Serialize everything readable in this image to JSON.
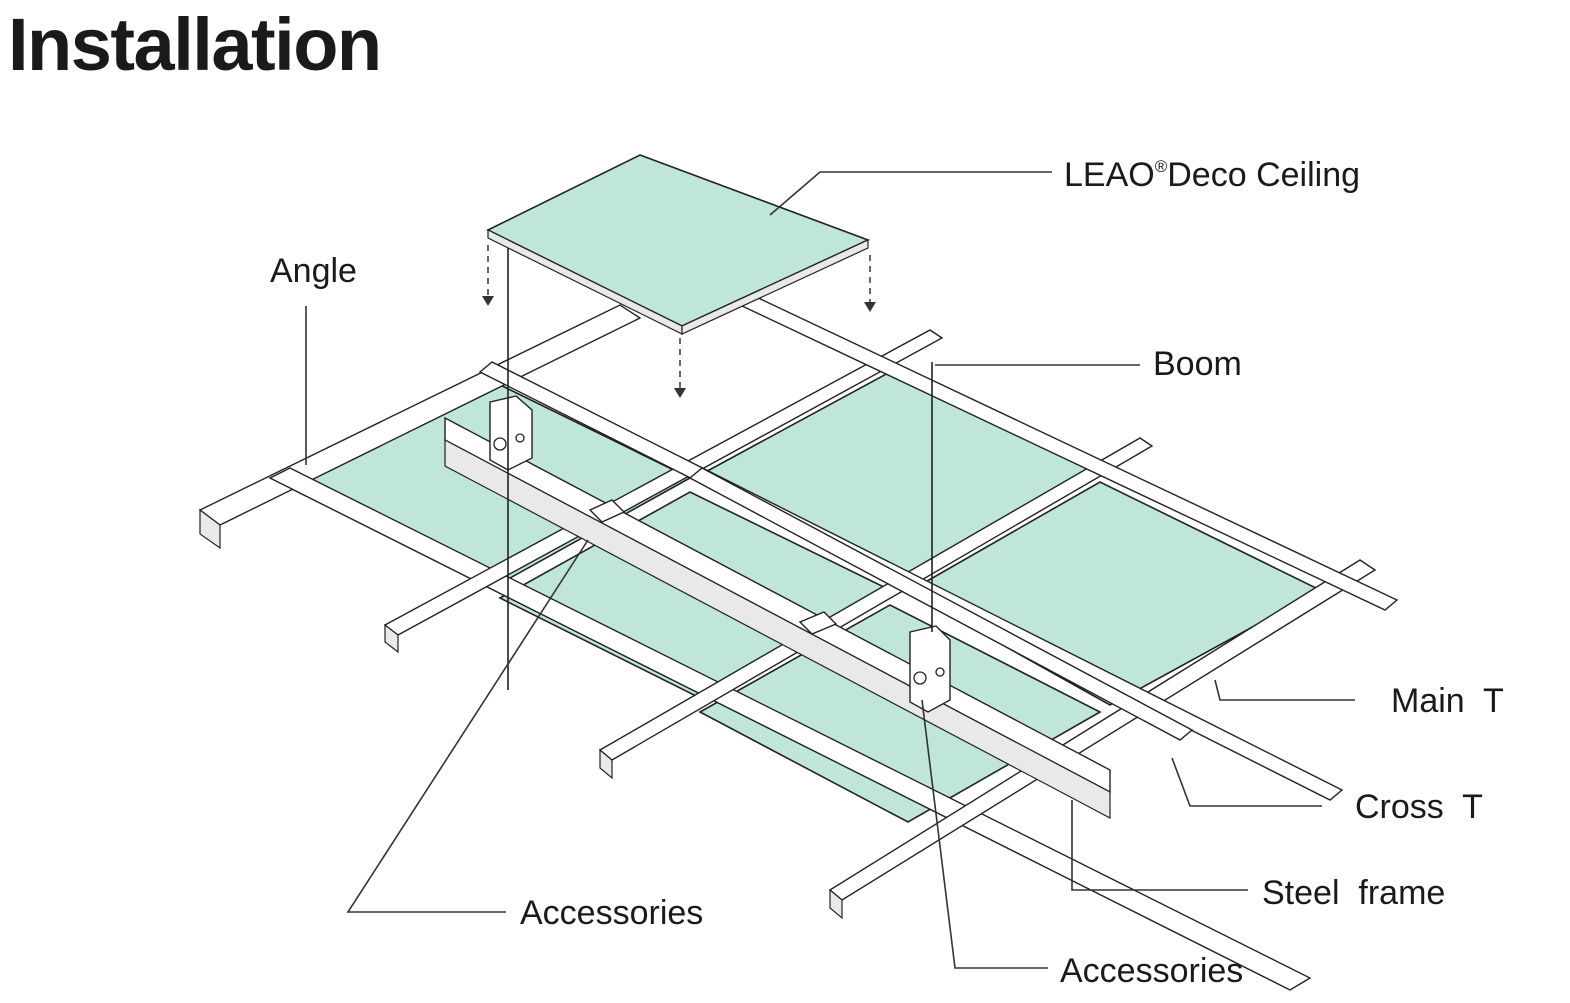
{
  "title": "Installation",
  "labels": {
    "ceiling_brand": "LEAO",
    "registered_mark": "®",
    "ceiling_product": "Deco Ceiling",
    "angle": "Angle",
    "boom": "Boom",
    "main_t": "Main  T",
    "cross_t": "Cross  T",
    "steel_frame": "Steel  frame",
    "accessories_left": "Accessories",
    "accessories_bottom": "Accessories"
  },
  "colors": {
    "panel_fill": "#bfe6d8",
    "line": "#222222",
    "background": "#ffffff"
  }
}
